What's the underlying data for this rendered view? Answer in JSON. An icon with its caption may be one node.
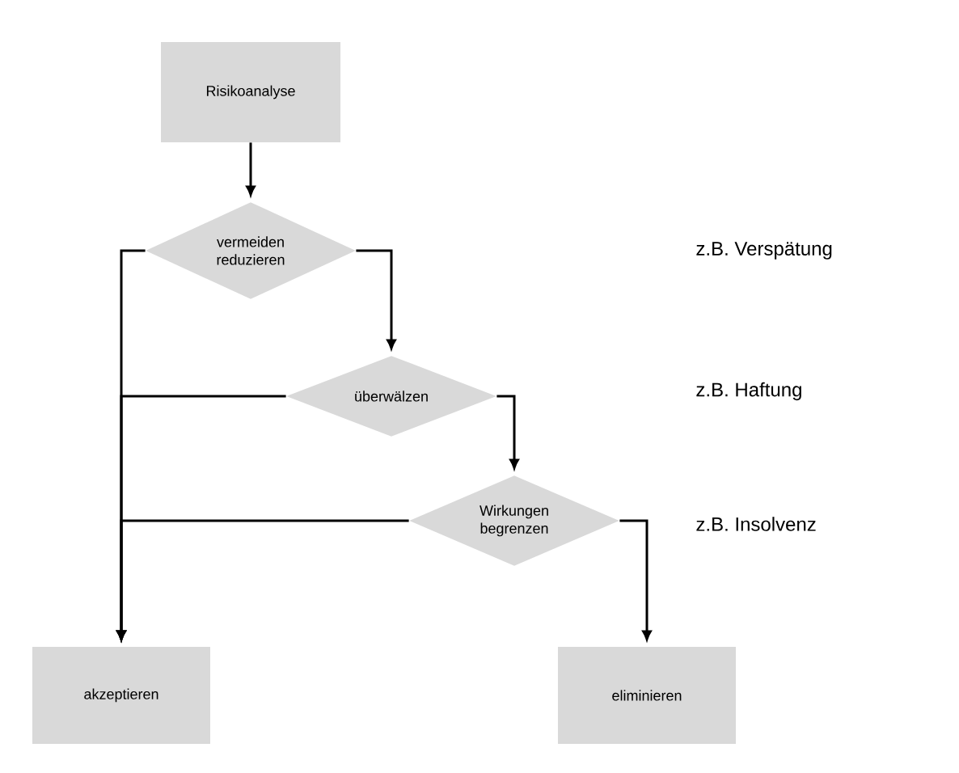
{
  "diagram": {
    "nodes": [
      {
        "text": [
          "Risikoanalyse"
        ]
      },
      {
        "text": [
          "vermeiden reduzieren"
        ]
      },
      {
        "text": [
          "überwälzen"
        ]
      },
      {
        "text": [
          "Wirkungen begrenzen"
        ]
      },
      {
        "text": [
          "akzeptieren"
        ]
      },
      {
        "text": [
          "eliminieren"
        ]
      }
    ],
    "edges": [
      {
        "from": 0,
        "to": 1,
        "arrow": "to"
      },
      {
        "from": 1,
        "to": 2,
        "arrow": "to"
      },
      {
        "from": 2,
        "to": 3,
        "arrow": "to"
      },
      {
        "from": 3,
        "to": 5,
        "arrow": "to"
      },
      {
        "from": 1,
        "to": 4,
        "arrow": "to"
      },
      {
        "from": 2,
        "to": 4,
        "arrow": "to"
      },
      {
        "from": 3,
        "to": 4,
        "arrow": "to"
      }
    ],
    "labels": [
      "z.B. Verspätung",
      "z.B. Haftung",
      "z.B. Insolvenz"
    ]
  }
}
